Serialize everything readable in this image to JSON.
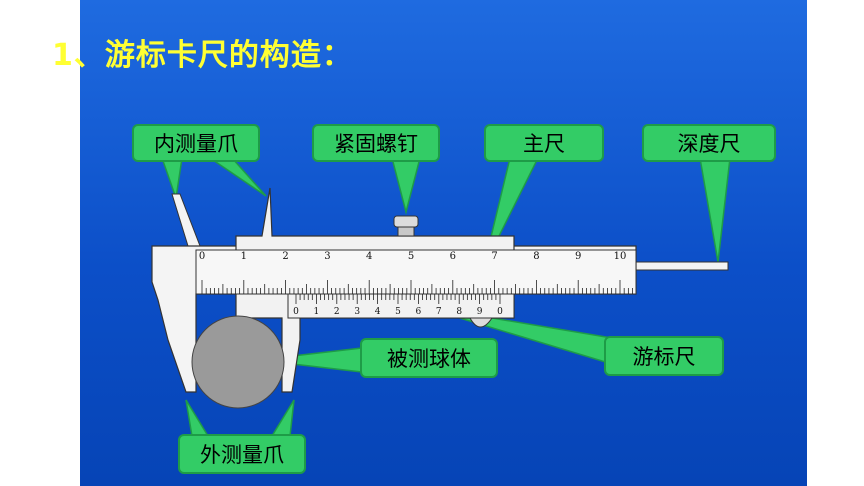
{
  "title": "1、游标卡尺的构造：",
  "labels": {
    "inner_jaws": "内测量爪",
    "lock_screw": "紧固螺钉",
    "main_scale": "主尺",
    "depth_rod": "深度尺",
    "measured_ball": "被测球体",
    "vernier": "游标尺",
    "outer_jaws": "外测量爪"
  },
  "main_scale_numbers": [
    "0",
    "1",
    "2",
    "3",
    "4",
    "5",
    "6",
    "7",
    "8",
    "9",
    "10"
  ],
  "vernier_numbers": [
    "0",
    "1",
    "2",
    "3",
    "4",
    "5",
    "6",
    "7",
    "8",
    "9",
    "0"
  ],
  "colors": {
    "background": "#0c4fc8",
    "title": "#ffff33",
    "label_fill": "#33cc66",
    "caliper_body": "#f4f4f4",
    "ball": "#9a9a9a"
  }
}
